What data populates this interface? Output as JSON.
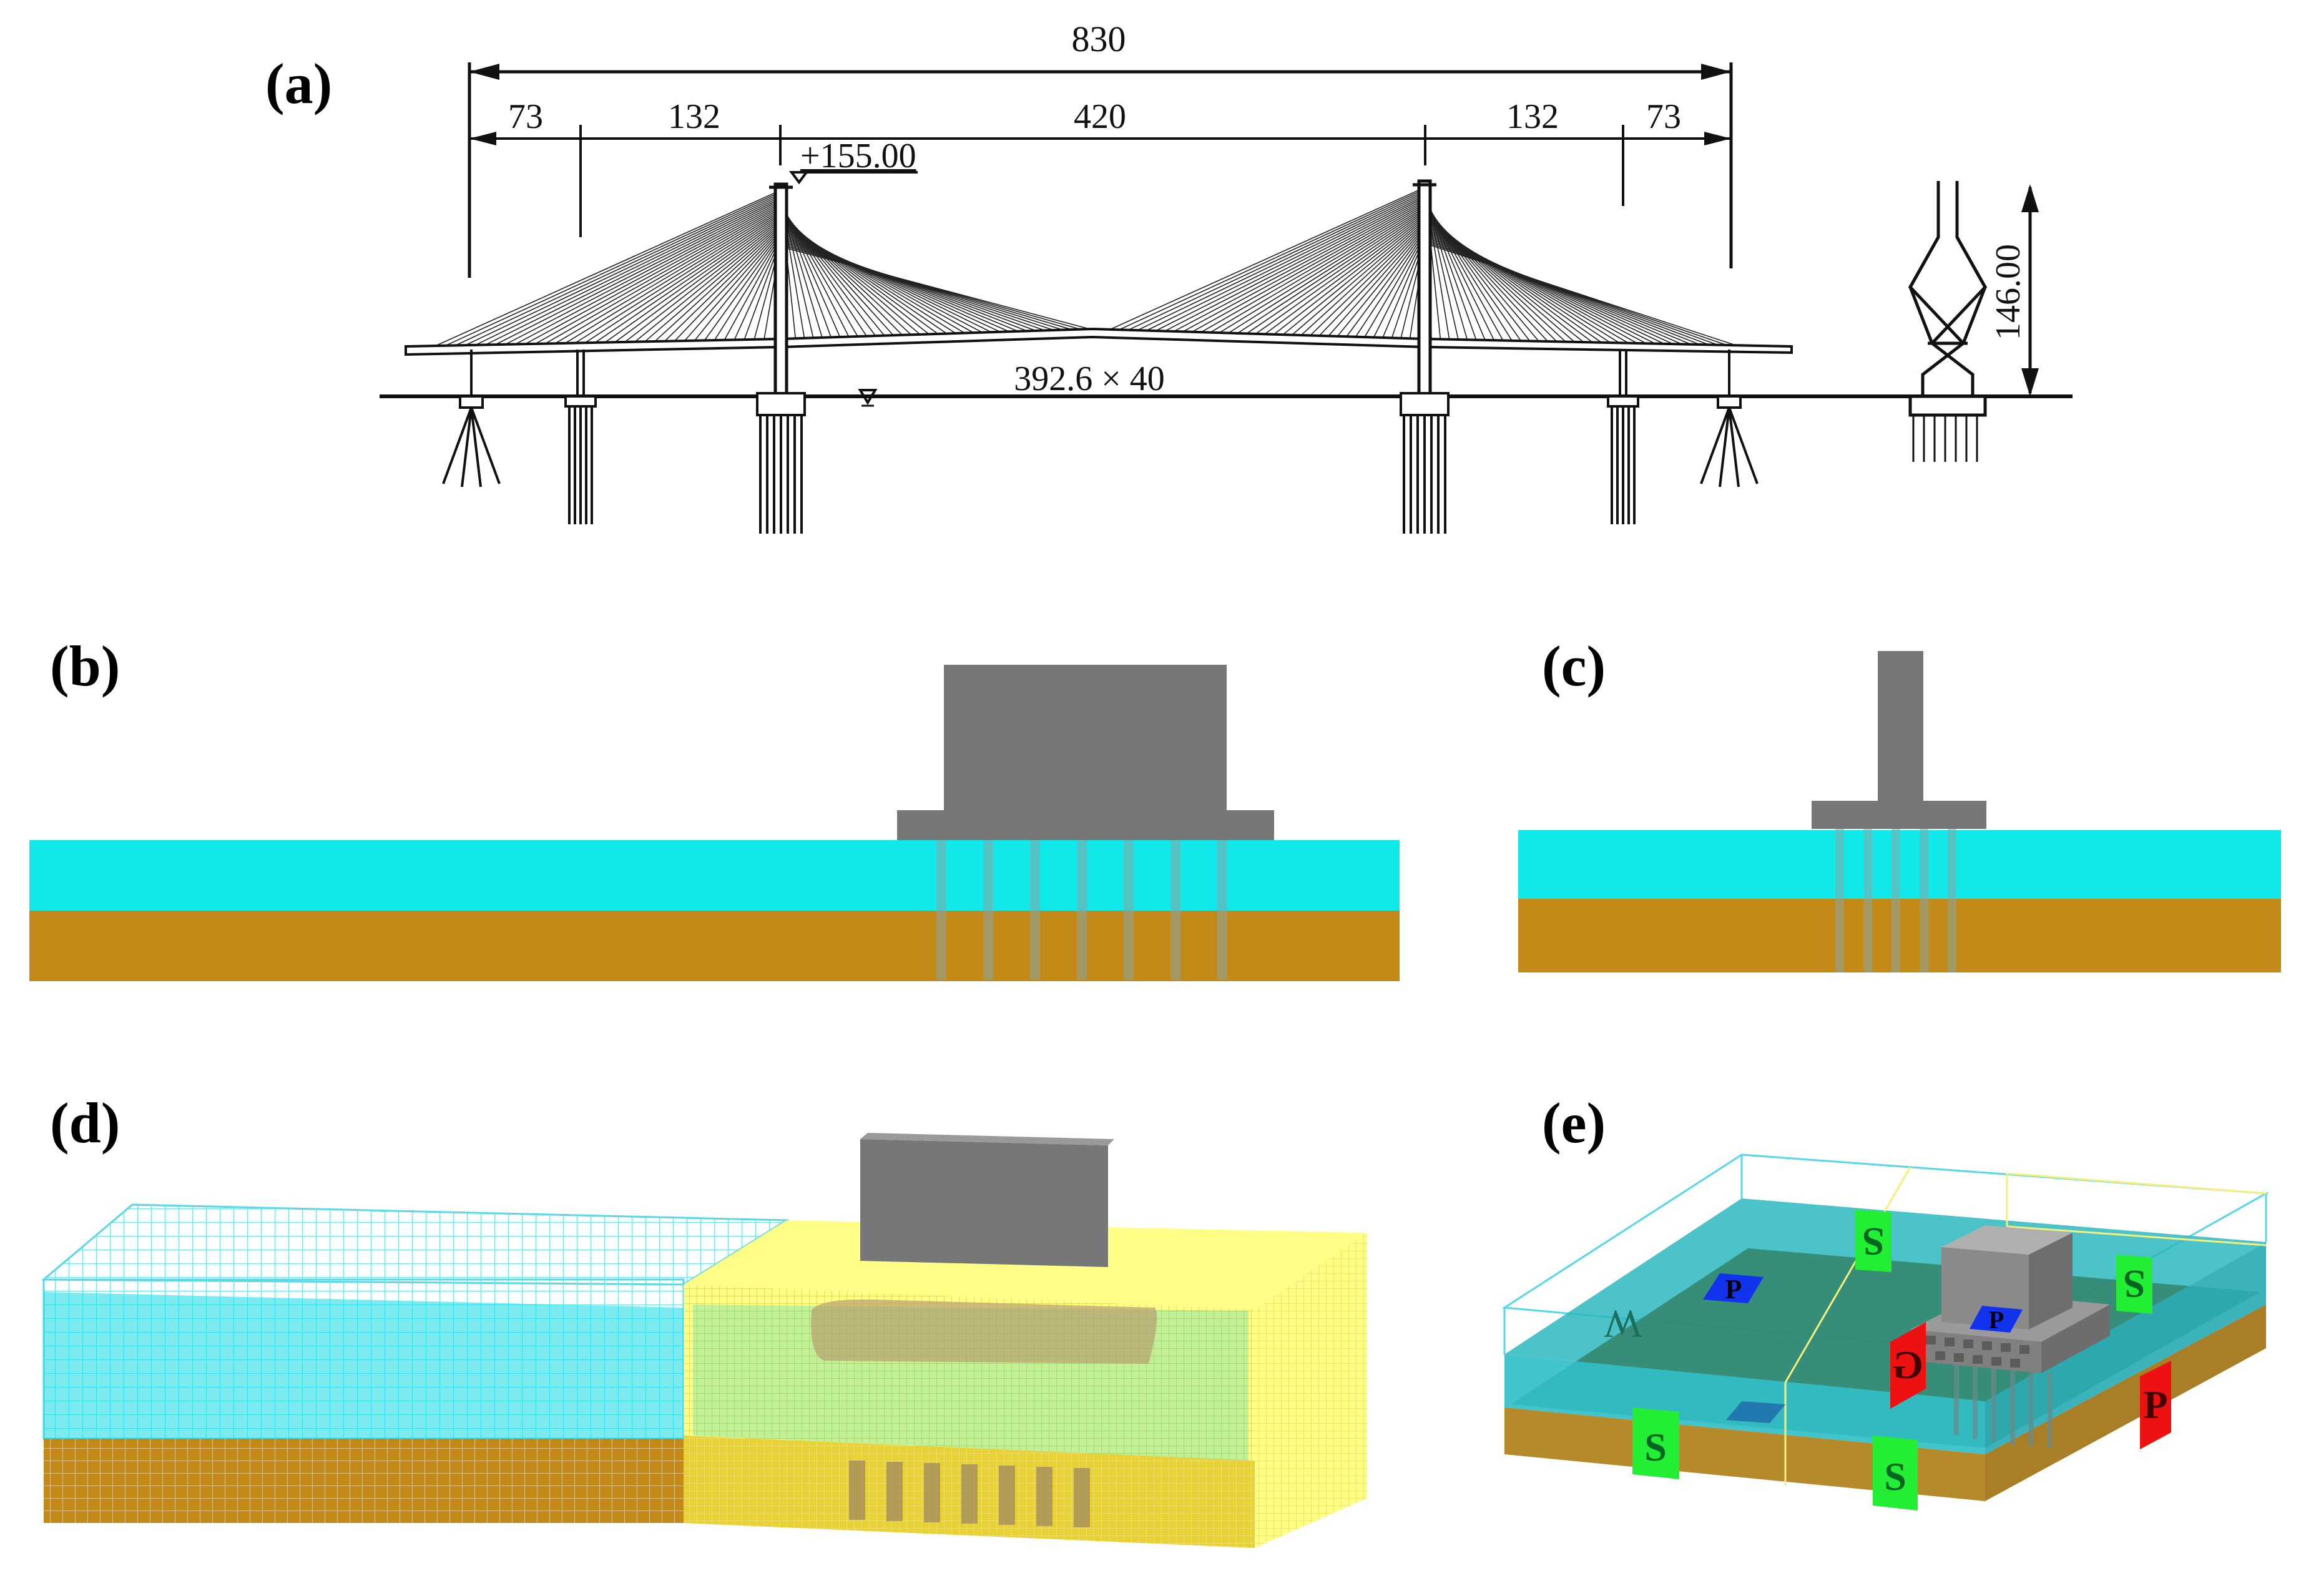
{
  "panels": {
    "a": {
      "label": "(a)"
    },
    "b": {
      "label": "(b)"
    },
    "c": {
      "label": "(c)"
    },
    "d": {
      "label": "(d)"
    },
    "e": {
      "label": "(e)"
    }
  },
  "bridge": {
    "total_span": "830",
    "side_span_left_outer": "73",
    "side_span_left_inner": "132",
    "main_span": "420",
    "side_span_right_inner": "132",
    "side_span_right_outer": "73",
    "tower_top_elevation": "+155.00",
    "navigation_clearance": "392.6 × 40",
    "tower_height": "146.00"
  },
  "boundary_tags": {
    "s": "S",
    "p": "P",
    "g": "G",
    "w": "W"
  },
  "colors": {
    "water": "#11e8ea",
    "soil": "#c38a17",
    "structure": "#777777",
    "mesh_structure_zone": "#ffff88",
    "tag_green": "#22ee33",
    "tag_red": "#ee1111",
    "tag_blue": "#1133ee"
  }
}
